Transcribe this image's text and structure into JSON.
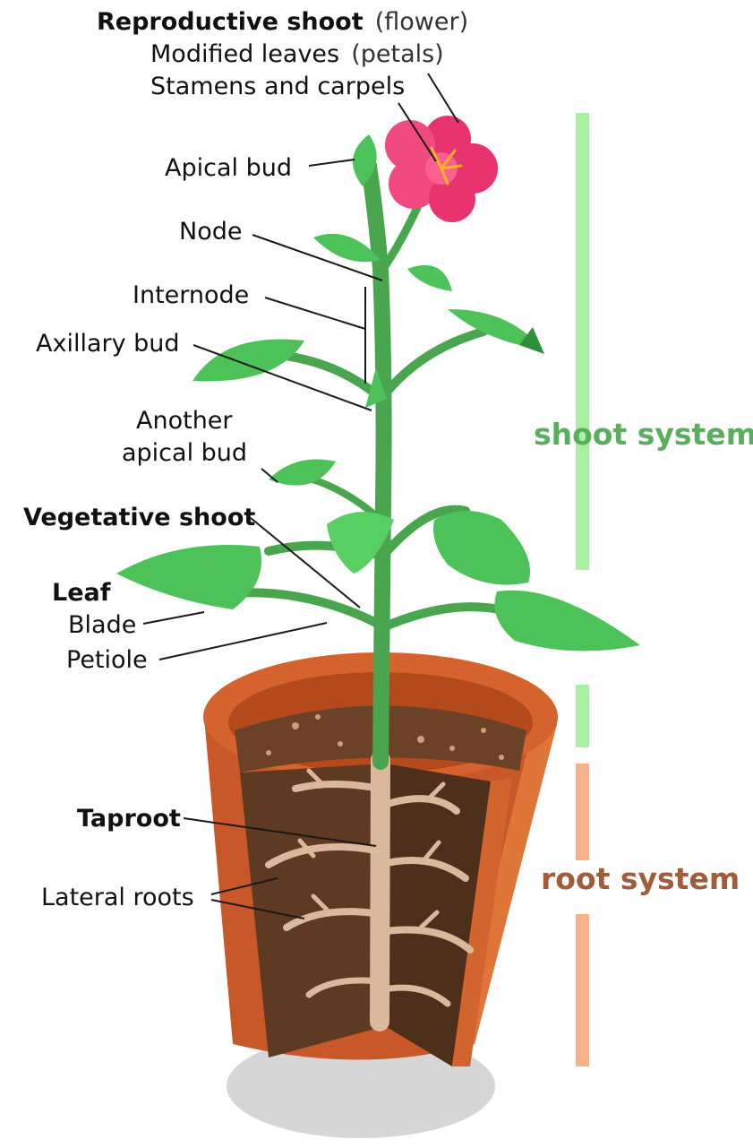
{
  "labels": {
    "reproductive_shoot": "Reproductive shoot",
    "flower_paren": "(flower)",
    "modified_leaves": "Modified leaves",
    "petals_paren": "(petals)",
    "stamens_carpels": "Stamens and carpels",
    "apical_bud": "Apical bud",
    "node": "Node",
    "internode": "Internode",
    "axillary_bud": "Axillary bud",
    "another_apical_bud_line1": "Another",
    "another_apical_bud_line2": "apical bud",
    "vegetative_shoot": "Vegetative shoot",
    "leaf": "Leaf",
    "blade": "Blade",
    "petiole": "Petiole",
    "taproot": "Taproot",
    "lateral_roots": "Lateral roots"
  },
  "systems": {
    "shoot": {
      "label": "shoot system",
      "color": "#5aaf5d",
      "bar_color": "#a8f0a4"
    },
    "root": {
      "label": "root system",
      "color": "#a35c3a",
      "bar_color": "#f7b08a"
    }
  },
  "colors": {
    "stem": "#4aa54f",
    "leaf": "#4cc258",
    "leaf_dark": "#2f8f3a",
    "flower": "#e8336f",
    "pot": "#cf5f2a",
    "pot_dark": "#a8451c",
    "soil": "#5e3a22",
    "root": "#d9b89c",
    "shadow": "#d6d6d6"
  }
}
